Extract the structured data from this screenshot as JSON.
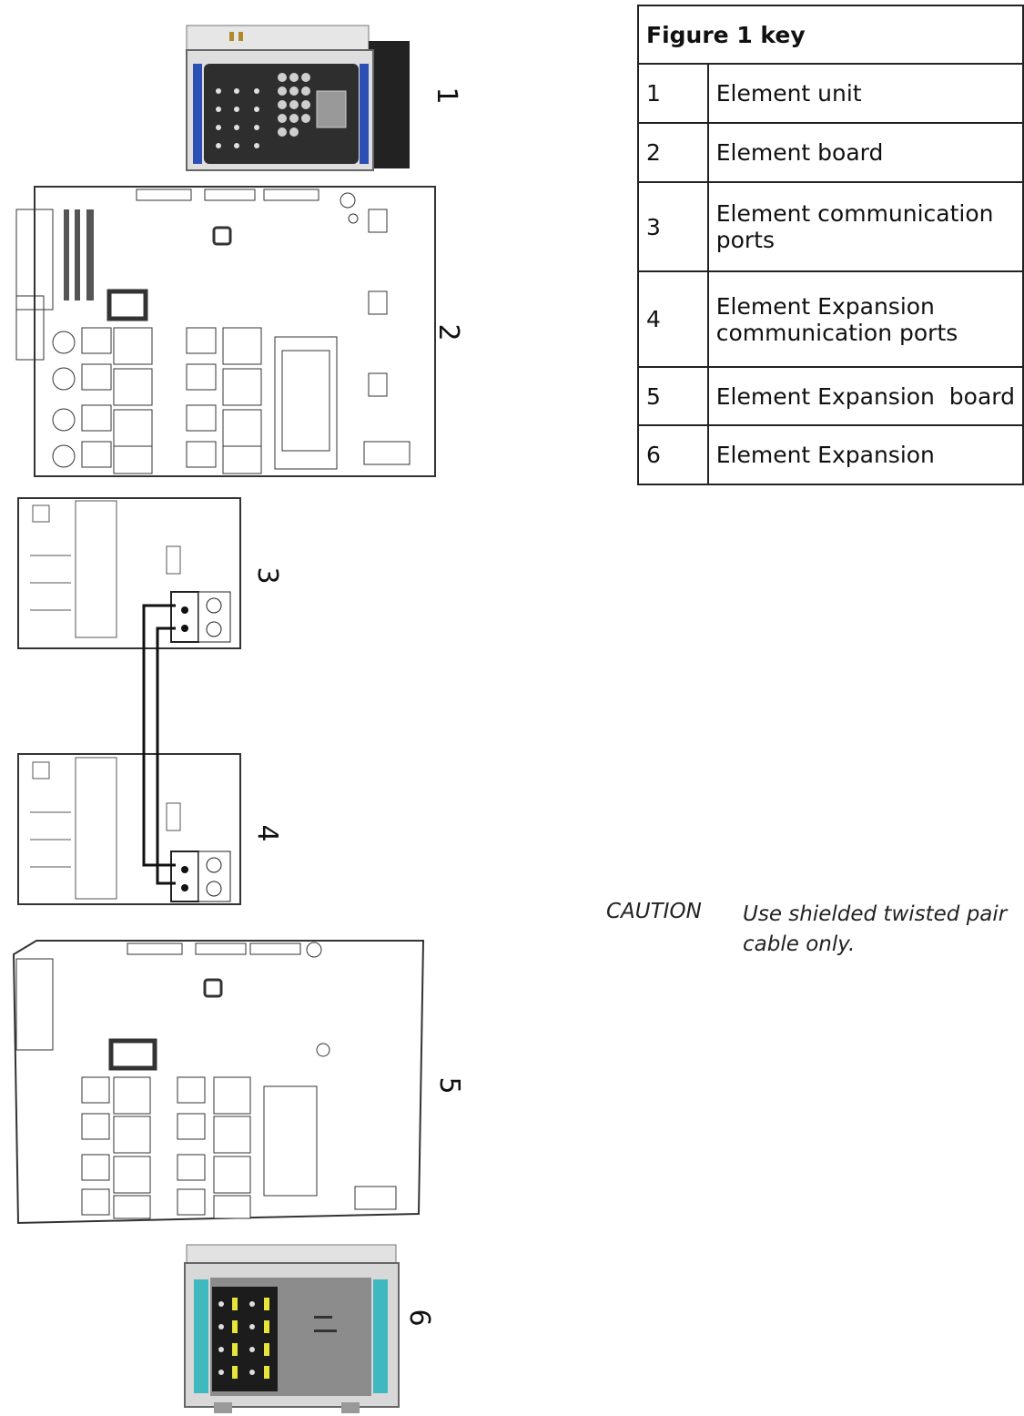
{
  "callouts": [
    "1",
    "2",
    "3",
    "4",
    "5",
    "6"
  ],
  "key": {
    "title": "Figure 1 key",
    "rows": [
      {
        "num": "1",
        "label": "Element unit"
      },
      {
        "num": "2",
        "label": "Element board"
      },
      {
        "num": "3",
        "label": "Element communication ports"
      },
      {
        "num": "4",
        "label": "Element Expansion communication ports"
      },
      {
        "num": "5",
        "label": "Element Expansion  board"
      },
      {
        "num": "6",
        "label": "Element Expansion"
      }
    ]
  },
  "caution": {
    "label": "CAUTION",
    "text": "Use shielded twisted pair cable only."
  },
  "colors": {
    "unit_accent": "#2b4fb5",
    "expansion_accent": "#3fb8c0",
    "expansion_lights": "#e7e43a"
  }
}
